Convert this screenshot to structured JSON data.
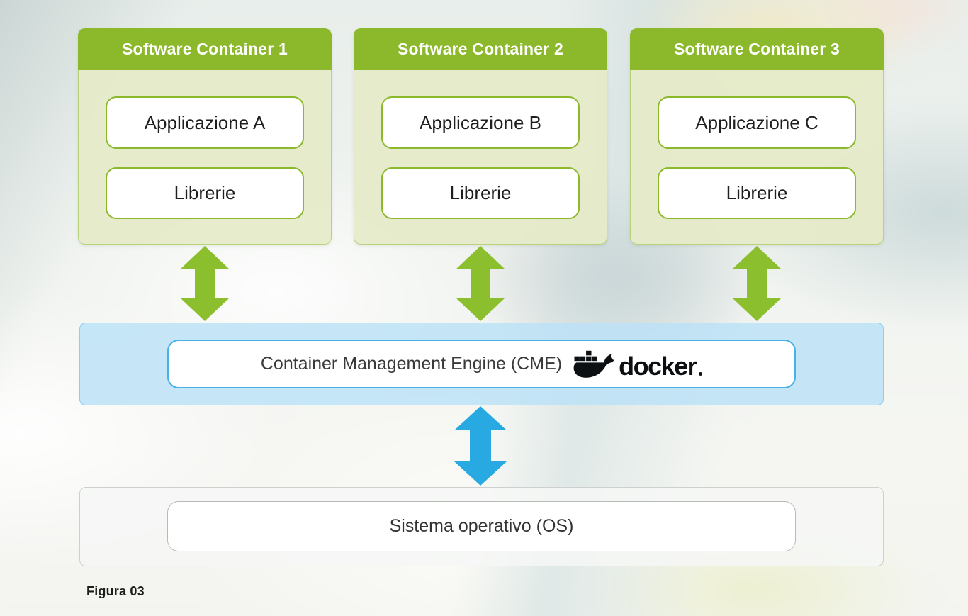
{
  "figure": {
    "caption": "Figura 03"
  },
  "containers": [
    {
      "title": "Software Container 1",
      "boxes": [
        "Applicazione A",
        "Librerie"
      ]
    },
    {
      "title": "Software Container 2",
      "boxes": [
        "Applicazione B",
        "Librerie"
      ]
    },
    {
      "title": "Software Container 3",
      "boxes": [
        "Applicazione C",
        "Librerie"
      ]
    }
  ],
  "cme": {
    "label": "Container Management Engine (CME)",
    "logo_text": "docker"
  },
  "os": {
    "label": "Sistema operativo (OS)"
  },
  "icons": {
    "docker_whale": "docker-whale-icon",
    "green_arrow": "double-arrow-icon-green",
    "blue_arrow": "double-arrow-icon-blue"
  },
  "colors": {
    "container_header_green": "#8cb82b",
    "container_body_green": "#e5eac8",
    "arrow_green": "#8cbf2e",
    "arrow_blue": "#29a9e1",
    "cme_band_blue": "#bfe3f7",
    "cme_border_blue": "#45b1e6",
    "os_band_gray": "#f5f5f5",
    "docker_black": "#0c1013"
  }
}
